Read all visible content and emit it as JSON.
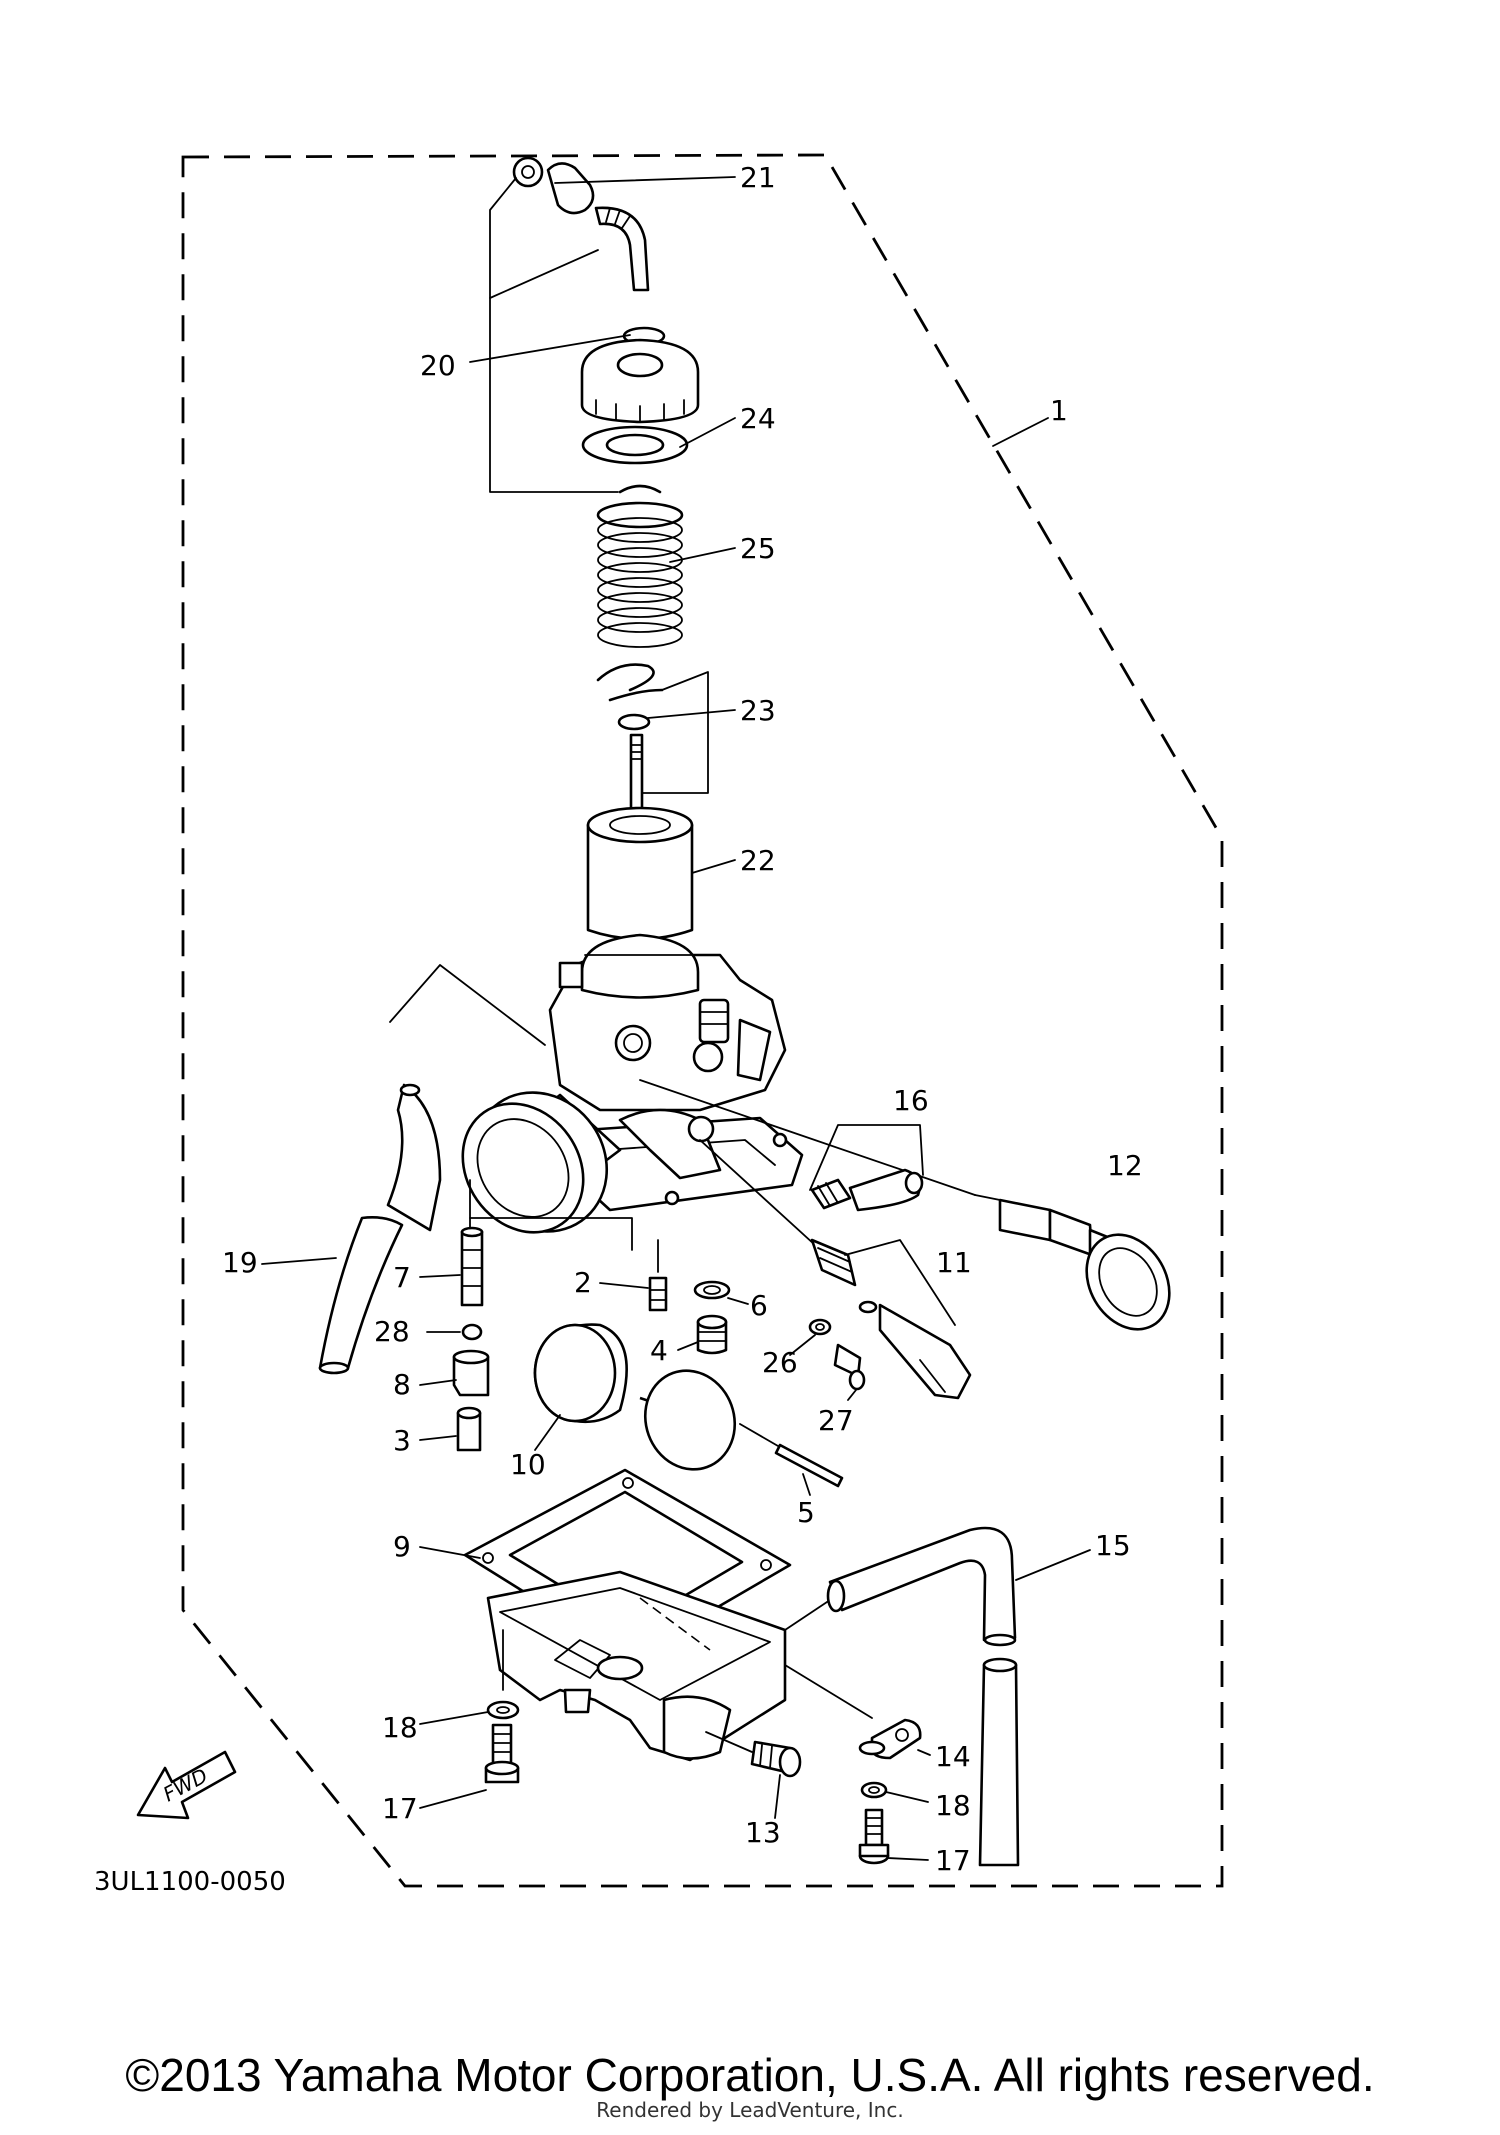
{
  "diagram": {
    "code": "3UL1100-0050",
    "fwd_label": "FWD",
    "callouts": {
      "c1": "1",
      "c2": "2",
      "c3": "3",
      "c4": "4",
      "c5": "5",
      "c6": "6",
      "c7": "7",
      "c8": "8",
      "c9": "9",
      "c10": "10",
      "c11": "11",
      "c12": "12",
      "c13": "13",
      "c14": "14",
      "c15": "15",
      "c16": "16",
      "c17a": "17",
      "c17b": "17",
      "c18a": "18",
      "c18b": "18",
      "c19": "19",
      "c20": "20",
      "c21": "21",
      "c22": "22",
      "c23": "23",
      "c24": "24",
      "c25": "25",
      "c26": "26",
      "c27": "27",
      "c28": "28"
    }
  },
  "footer": {
    "copyright": "©2013 Yamaha Motor Corporation, U.S.A. All rights reserved.",
    "rendered_by": "Rendered by LeadVenture, Inc."
  }
}
